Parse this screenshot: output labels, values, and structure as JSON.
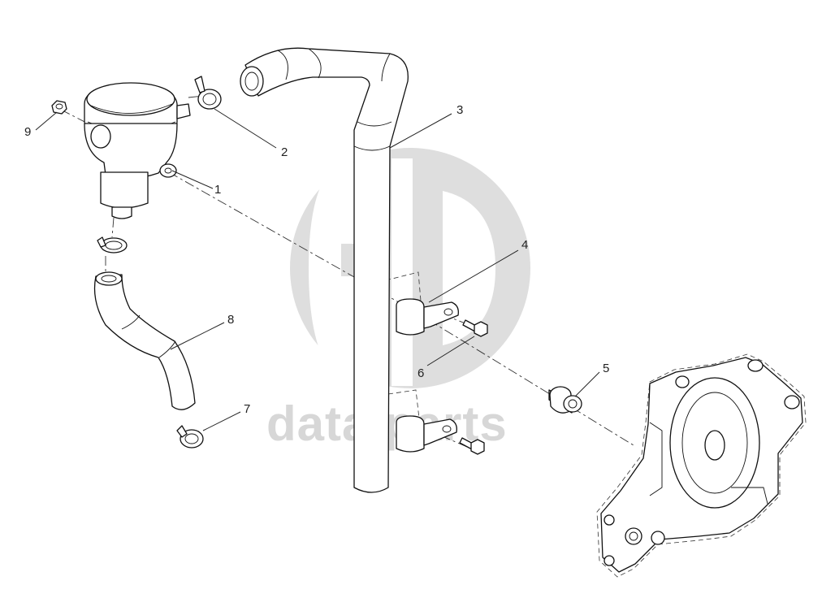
{
  "watermark": {
    "text": "data parts",
    "color": "#d7d7d7"
  },
  "callouts": [
    {
      "id": "1",
      "label": "1"
    },
    {
      "id": "2",
      "label": "2"
    },
    {
      "id": "3",
      "label": "3"
    },
    {
      "id": "4",
      "label": "4"
    },
    {
      "id": "5",
      "label": "5"
    },
    {
      "id": "6",
      "label": "6"
    },
    {
      "id": "7",
      "label": "7"
    },
    {
      "id": "8",
      "label": "8"
    },
    {
      "id": "9",
      "label": "9"
    }
  ],
  "parts_icons": [
    "breather-valve-icon",
    "hose-clamp-icon",
    "breather-pipe-icon",
    "pipe-bracket-icon",
    "spacer-icon",
    "bolt-icon",
    "hose-icon",
    "nut-icon",
    "engine-cover-icon"
  ]
}
